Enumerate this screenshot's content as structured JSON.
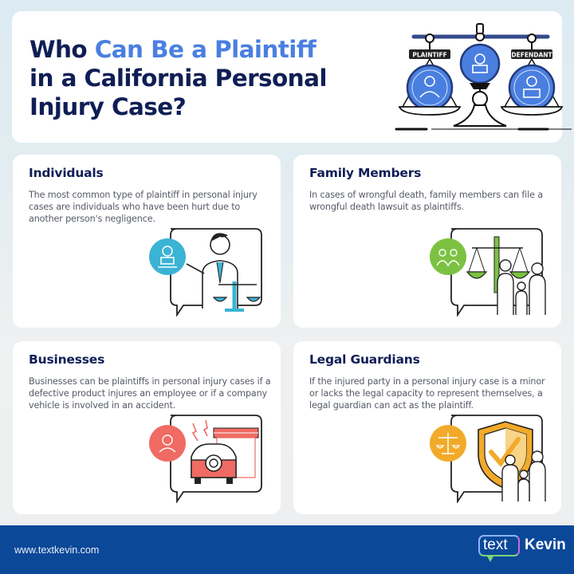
{
  "header": {
    "title_part1": "Who ",
    "title_accent": "Can Be a Plaintiff",
    "title_part2": "in a California Personal",
    "title_part3": "Injury Case?",
    "scale_labels": {
      "left": "PLAINTIFF",
      "right": "DEFENDANT"
    }
  },
  "cards": [
    {
      "title": "Individuals",
      "body": "The most common type of plaintiff in personal injury cases are individuals who have been hurt due to another person's negligence.",
      "icon": "person-with-scales-icon",
      "color": "#3bb3d4"
    },
    {
      "title": "Family Members",
      "body": "In cases of wrongful death, family members can file a wrongful death lawsuit as plaintiffs.",
      "icon": "family-with-scales-icon",
      "color": "#7cc242"
    },
    {
      "title": "Businesses",
      "body": "Businesses can be plaintiffs in personal injury cases if a defective product injures an employee or if a company vehicle is involved in an accident.",
      "icon": "car-accident-icon",
      "color": "#ef6b63"
    },
    {
      "title": "Legal Guardians",
      "body": "If the injured party in a personal injury case is a minor or lacks the legal capacity to represent themselves, a legal guardian can act as the plaintiff.",
      "icon": "guardian-shield-icon",
      "color": "#f2aa2a"
    }
  ],
  "footer": {
    "url": "www.textkevin.com",
    "logo_text": "text",
    "logo_name": "Kevin"
  },
  "colors": {
    "navy": "#0f1e55",
    "accent_blue": "#4a7fe0",
    "footer_bg": "#0b4898"
  }
}
